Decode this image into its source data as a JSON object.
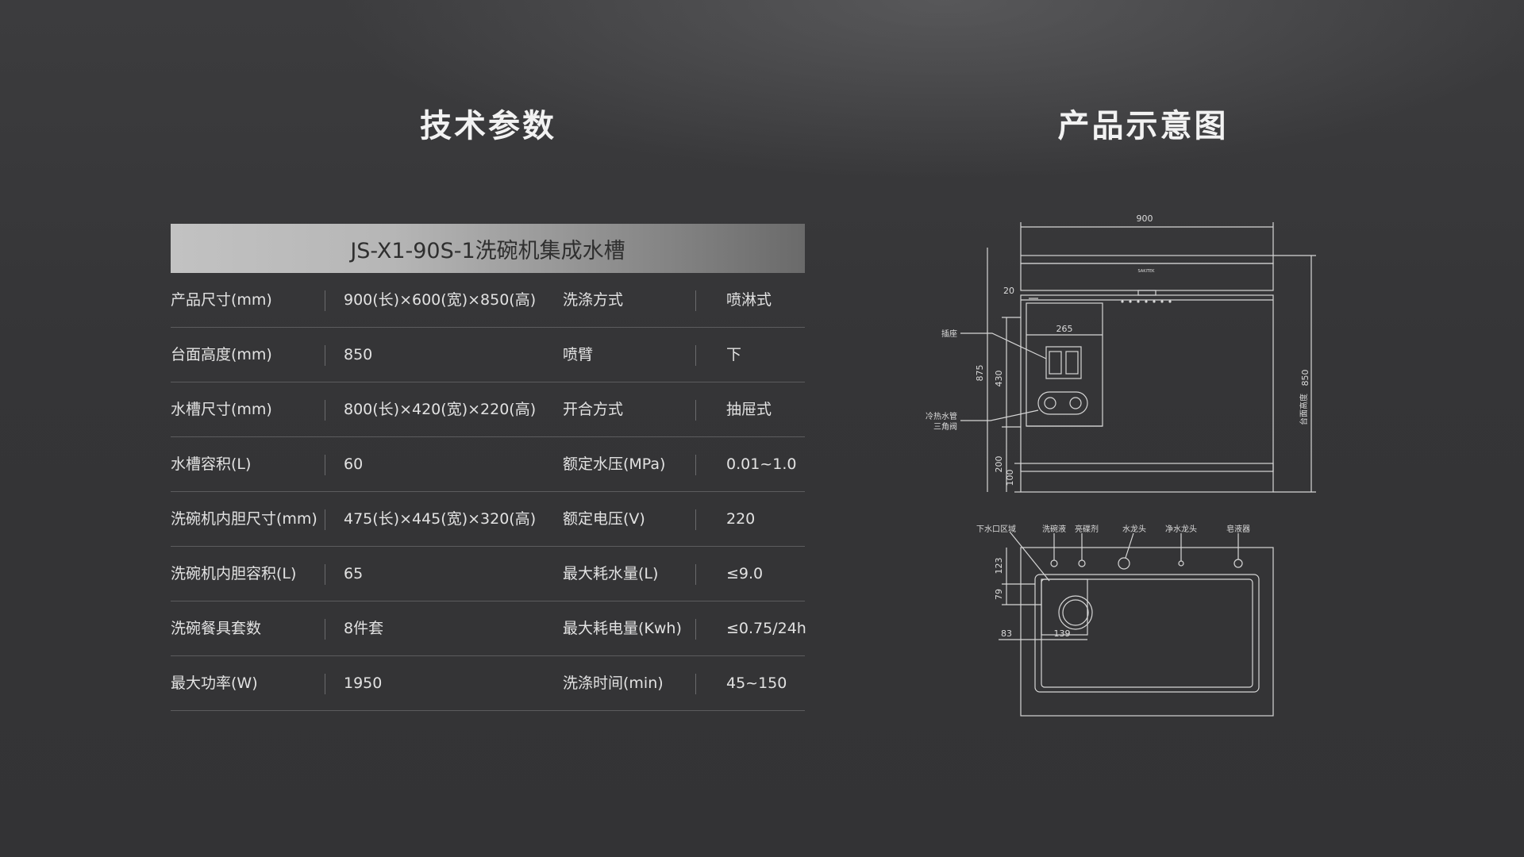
{
  "headings": {
    "specs": "技术参数",
    "diagram": "产品示意图"
  },
  "banner": "JS-X1-90S-1洗碗机集成水槽",
  "specs": [
    {
      "label1": "产品尺寸(mm)",
      "value1": "900(长)×600(宽)×850(高)",
      "label2": "洗涤方式",
      "value2": "喷淋式"
    },
    {
      "label1": "台面高度(mm)",
      "value1": "850",
      "label2": "喷臂",
      "value2": "下"
    },
    {
      "label1": "水槽尺寸(mm)",
      "value1": "800(长)×420(宽)×220(高)",
      "label2": "开合方式",
      "value2": "抽屉式"
    },
    {
      "label1": "水槽容积(L)",
      "value1": "60",
      "label2": "额定水压(MPa)",
      "value2": "0.01~1.0"
    },
    {
      "label1": "洗碗机内胆尺寸(mm)",
      "value1": "475(长)×445(宽)×320(高)",
      "label2": "额定电压(V)",
      "value2": "220"
    },
    {
      "label1": "洗碗机内胆容积(L)",
      "value1": "65",
      "label2": "最大耗水量(L)",
      "value2": "≤9.0"
    },
    {
      "label1": "洗碗餐具套数",
      "value1": "8件套",
      "label2": "最大耗电量(Kwh)",
      "value2": "≤0.75/24h"
    },
    {
      "label1": "最大功率(W)",
      "value1": "1950",
      "label2": "洗涤时间(min)",
      "value2": "45~150"
    }
  ],
  "diagram": {
    "front": {
      "width_dim": "900",
      "offset_dim": "20",
      "socket_width_dim": "265",
      "height_875": "875",
      "height_430": "430",
      "height_200": "200",
      "height_100": "100",
      "counter_height_dim": "850",
      "counter_height_label": "台面高度",
      "brand": "SAKITEK",
      "socket_label": "插座",
      "valve_label_line1": "冷热水管",
      "valve_label_line2": "三角阀"
    },
    "top": {
      "drain_area_label": "下水口区域",
      "detergent_label": "洗碗液",
      "rinse_label": "亮碟剂",
      "faucet_label": "水龙头",
      "purifier_label": "净水龙头",
      "soap_label": "皂液器",
      "dim_123": "123",
      "dim_79": "79",
      "dim_83": "83",
      "dim_139": "139"
    }
  }
}
